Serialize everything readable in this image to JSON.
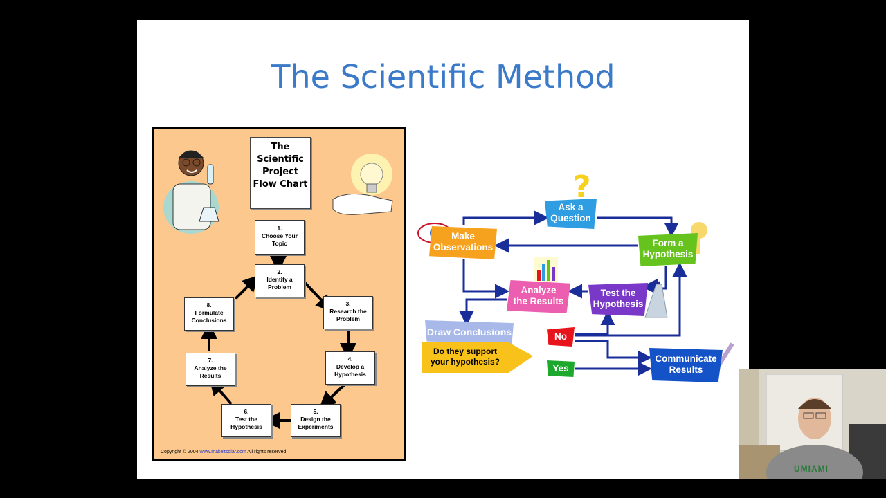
{
  "slide": {
    "title": "The Scientific Method"
  },
  "left_chart": {
    "title_lines": [
      "The",
      "Scientific",
      "Project",
      "Flow Chart"
    ],
    "steps": [
      {
        "num": "1.",
        "line1": "Choose Your",
        "line2": "Topic"
      },
      {
        "num": "2.",
        "line1": "Identify a",
        "line2": "Problem"
      },
      {
        "num": "3.",
        "line1": "Research the",
        "line2": "Problem"
      },
      {
        "num": "4.",
        "line1": "Develop a",
        "line2": "Hypothesis"
      },
      {
        "num": "5.",
        "line1": "Design the",
        "line2": "Experiments"
      },
      {
        "num": "6.",
        "line1": "Test the",
        "line2": "Hypothesis"
      },
      {
        "num": "7.",
        "line1": "Analyze the",
        "line2": "Results"
      },
      {
        "num": "8.",
        "line1": "Formulate",
        "line2": "Conclusions"
      }
    ],
    "copyright_prefix": "Copyright © 2004",
    "copyright_link": "www.makeitsolar.com",
    "copyright_suffix": "All rights reserved."
  },
  "right_chart": {
    "ask": [
      "Ask a",
      "Question"
    ],
    "observe": [
      "Make",
      "Observations"
    ],
    "hypothesis": [
      "Form a",
      "Hypothesis"
    ],
    "analyze": [
      "Analyze",
      "the Results"
    ],
    "test": [
      "Test the",
      "Hypothesis"
    ],
    "draw": "Draw Conclusions",
    "support": [
      "Do they support",
      "your hypothesis?"
    ],
    "no": "No",
    "yes": "Yes",
    "communicate": [
      "Communicate",
      "Results"
    ]
  },
  "webcam": {
    "shirt_text": "UMIAMI"
  },
  "colors": {
    "title": "#3a7ac8",
    "left_bg": "#fcc88e",
    "arrow_blue": "#1a2e9a"
  }
}
